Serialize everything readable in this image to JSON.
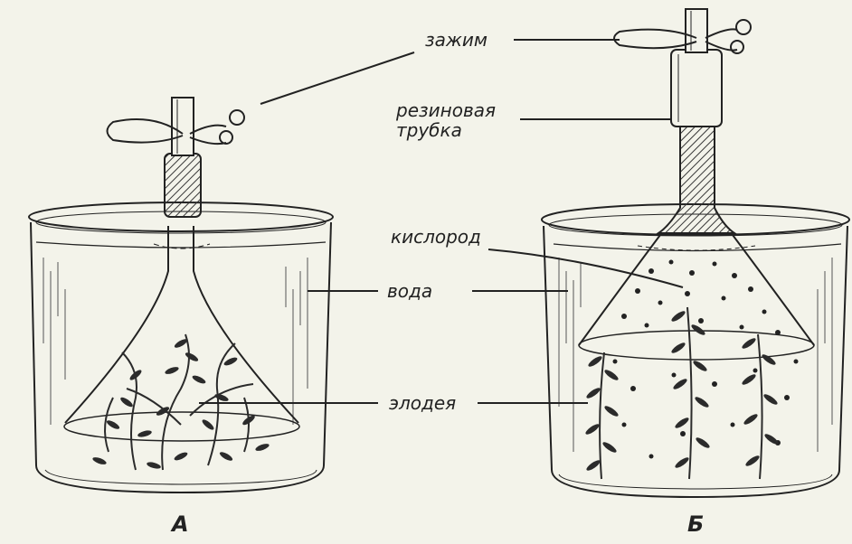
{
  "labels": {
    "clamp": "зажим",
    "rubber_tube_line1": "резиновая",
    "rubber_tube_line2": "трубка",
    "oxygen": "кислород",
    "water": "вода",
    "elodea": "элодея"
  },
  "captions": {
    "left": "А",
    "right": "Б"
  },
  "colors": {
    "background": "#f3f3ea",
    "ink": "#222222",
    "tube_fill": "#6a6a6a"
  }
}
